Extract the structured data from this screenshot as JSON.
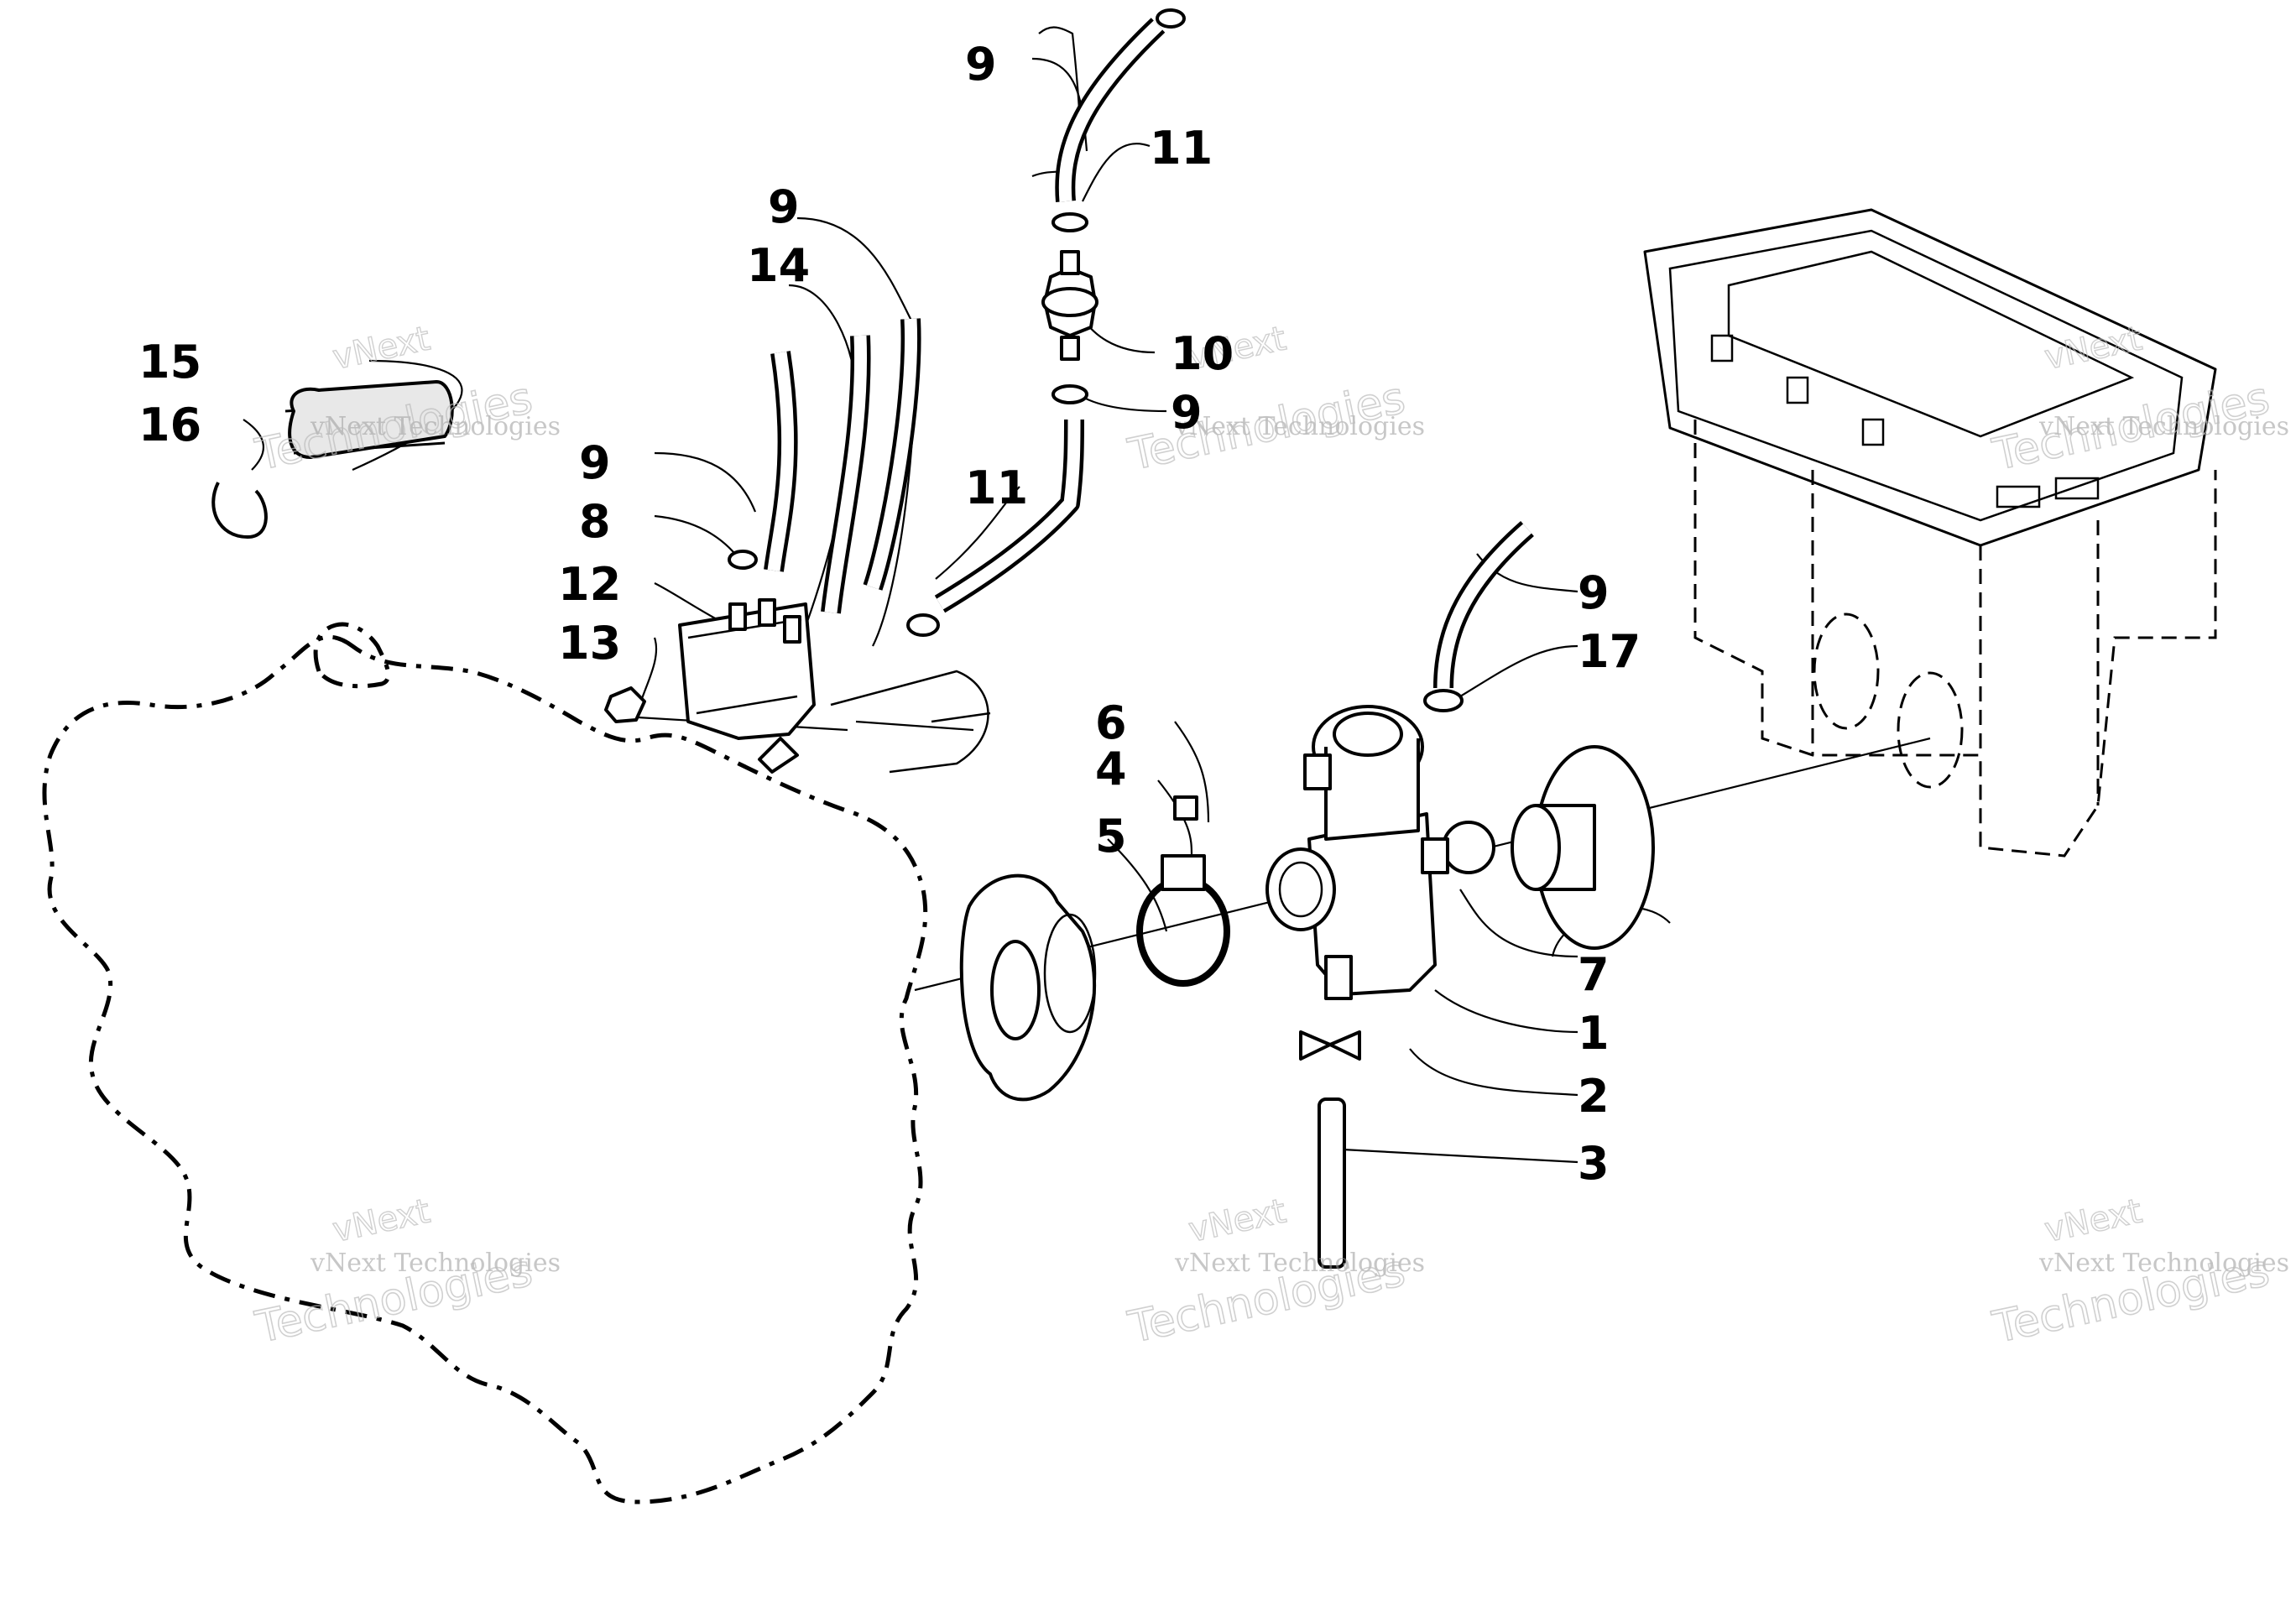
{
  "callouts": [
    {
      "id": "c1",
      "text": "1"
    },
    {
      "id": "c2",
      "text": "2"
    },
    {
      "id": "c3",
      "text": "3"
    },
    {
      "id": "c4",
      "text": "4"
    },
    {
      "id": "c5",
      "text": "5"
    },
    {
      "id": "c6",
      "text": "6"
    },
    {
      "id": "c7",
      "text": "7"
    },
    {
      "id": "c8",
      "text": "8"
    },
    {
      "id": "c9a",
      "text": "9"
    },
    {
      "id": "c9b",
      "text": "9"
    },
    {
      "id": "c9c",
      "text": "9"
    },
    {
      "id": "c9d",
      "text": "9"
    },
    {
      "id": "c9e",
      "text": "9"
    },
    {
      "id": "c10",
      "text": "10"
    },
    {
      "id": "c11a",
      "text": "11"
    },
    {
      "id": "c11b",
      "text": "11"
    },
    {
      "id": "c12",
      "text": "12"
    },
    {
      "id": "c13",
      "text": "13"
    },
    {
      "id": "c14",
      "text": "14"
    },
    {
      "id": "c15",
      "text": "15"
    },
    {
      "id": "c16",
      "text": "16"
    },
    {
      "id": "c17",
      "text": "17"
    }
  ],
  "watermark": {
    "line1": "vNext",
    "line2": "vNext Technologies",
    "line3": "Technologies"
  }
}
